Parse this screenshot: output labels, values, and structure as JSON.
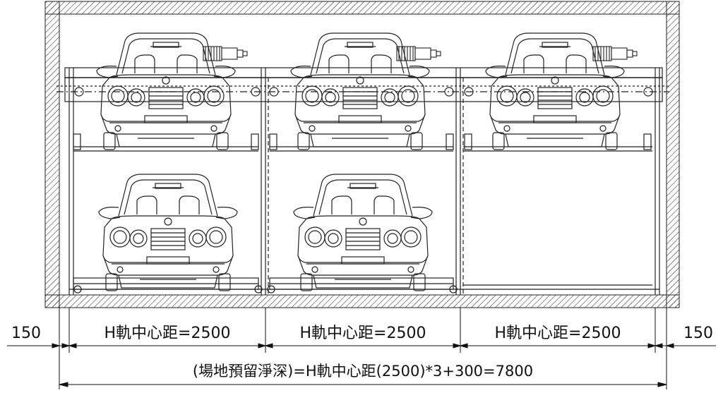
{
  "dimensions": {
    "left_margin": "150",
    "right_margin": "150",
    "bays": [
      "H軌中心距=2500",
      "H軌中心距=2500",
      "H軌中心距=2500"
    ],
    "total": "(場地預留淨深)=H軌中心距(2500)*3+300=7800"
  },
  "layout": {
    "upper_level_cars": 3,
    "lower_level_cars": 2,
    "empty_lower_bays": 1
  }
}
